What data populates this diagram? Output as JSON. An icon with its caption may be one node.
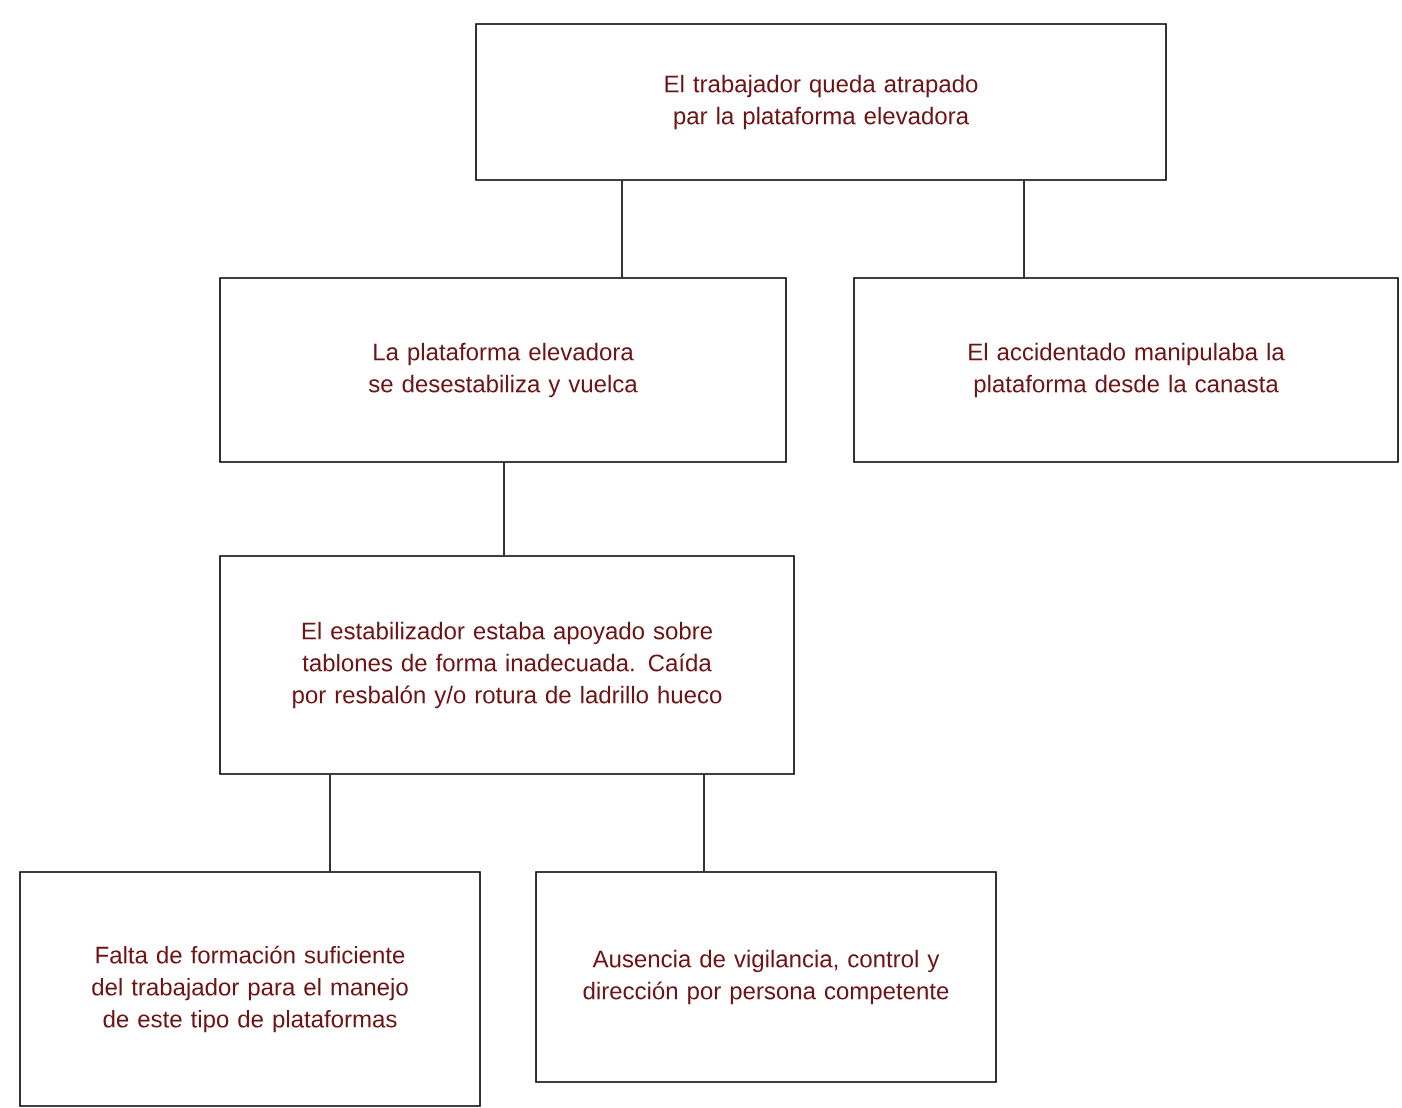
{
  "diagram": {
    "nodes": [
      {
        "text": [
          "El trabajador queda atrapado par la plataforma elevadora"
        ]
      },
      {
        "text": [
          "La plataforma elevadora se desestabiliza y vuelca"
        ]
      },
      {
        "text": [
          "El accidentado manipulaba la plataforma desde la canasta"
        ]
      },
      {
        "text": [
          "El estabilizador estaba apoyado sobre tablones de forma inadecuada. Caída por resbalón y/o rotura de ladrillo hueco"
        ]
      },
      {
        "text": [
          "Falta de formación suficiente del trabajador para el manejo de este tipo de plataformas"
        ]
      },
      {
        "text": [
          "Ausencia de vigilancia, control y dirección por persona competente"
        ]
      }
    ],
    "edges": [
      {
        "from": 0,
        "to": 1,
        "arrow": "none"
      },
      {
        "from": 0,
        "to": 2,
        "arrow": "none"
      },
      {
        "from": 1,
        "to": 3,
        "arrow": "none"
      },
      {
        "from": 3,
        "to": 4,
        "arrow": "none"
      },
      {
        "from": 3,
        "to": 5,
        "arrow": "none"
      }
    ]
  }
}
